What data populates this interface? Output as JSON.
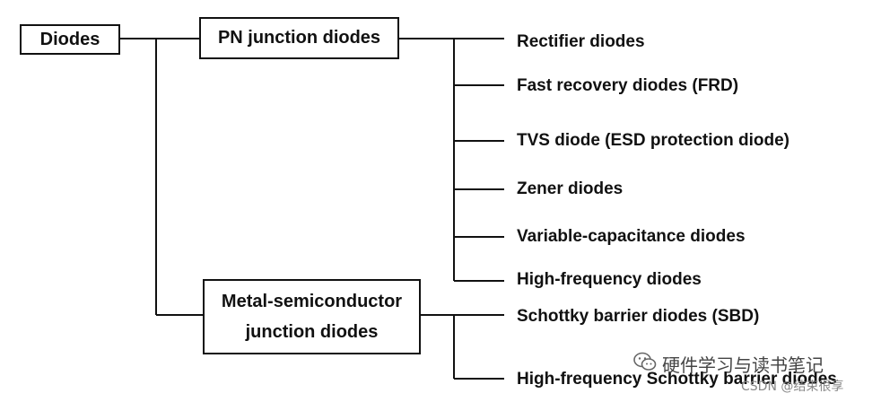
{
  "root": {
    "label": "Diodes"
  },
  "branches": [
    {
      "label": "PN junction diodes",
      "children": [
        "Rectifier diodes",
        "Fast recovery diodes (FRD)",
        "TVS diode (ESD protection diode)",
        "Zener diodes",
        "Variable-capacitance diodes",
        "High-frequency diodes"
      ]
    },
    {
      "label_line1": "Metal-semiconductor",
      "label_line2": "junction diodes",
      "children": [
        "Schottky barrier diodes (SBD)",
        "High-frequency Schottky barrier diodes"
      ]
    }
  ],
  "watermark": {
    "account": "硬件学习与读书笔记",
    "credit": "CSDN @结束很享",
    "icon": "wechat-icon"
  }
}
